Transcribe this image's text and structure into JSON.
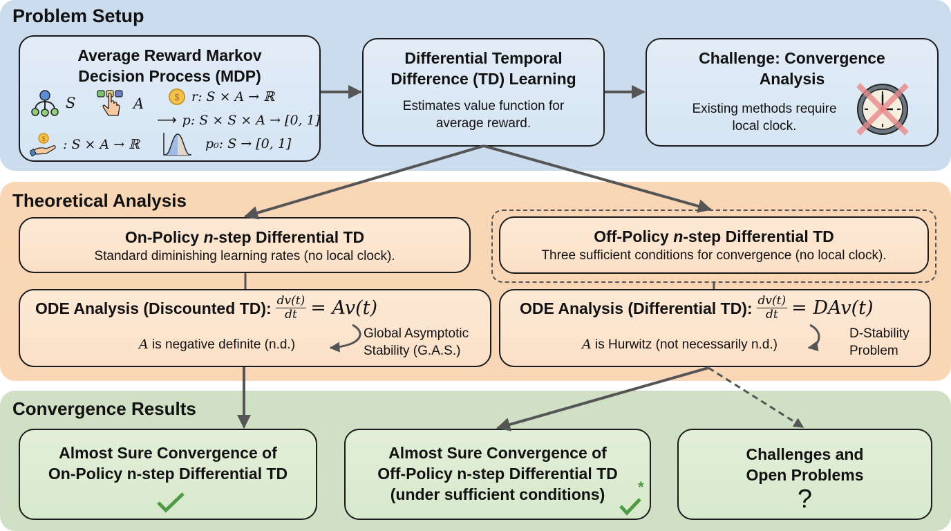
{
  "sections": {
    "setup": {
      "title": "Problem Setup",
      "mdp": {
        "title_line1": "Average Reward Markov",
        "title_line2": "Decision Process (MDP)",
        "items": {
          "states": {
            "icon": "state-tree-icon",
            "label": "S"
          },
          "actions": {
            "icon": "action-buttons-icon",
            "label": "A"
          },
          "reward": {
            "icon": "coin-icon",
            "label": "r: S × A → ℝ"
          },
          "transition": {
            "icon": "arrow-icon",
            "label": "p: S × S × A → [0, 1]"
          },
          "reward_fn": {
            "icon": "hand-coin-icon",
            "label": ": S × A → ℝ"
          },
          "initial": {
            "icon": "distribution-curve-icon",
            "label": "p₀: S → [0, 1]"
          }
        }
      },
      "td": {
        "title_line1": "Differential Temporal",
        "title_line2": "Difference (TD) Learning",
        "desc_line1": "Estimates value function for",
        "desc_line2": "average reward."
      },
      "challenge": {
        "title_line1": "Challenge: Convergence",
        "title_line2": "Analysis",
        "desc_line1": "Existing methods require",
        "desc_line2": "local clock.",
        "icon": "crossed-clock-icon"
      }
    },
    "theory": {
      "title": "Theoretical Analysis",
      "on_policy": {
        "title_pre": "On-Policy ",
        "title_n": "n",
        "title_post": "-step Differential TD",
        "desc": "Standard diminishing learning rates (no local clock)."
      },
      "off_policy": {
        "title_pre": "Off-Policy ",
        "title_n": "n",
        "title_post": "-step Differential TD",
        "desc": "Three sufficient conditions for convergence (no local clock)."
      },
      "ode_discounted": {
        "label": "ODE Analysis (Discounted TD):",
        "frac_num": "dv(t)",
        "frac_den": "dt",
        "rhs": "= Av(t)",
        "cond_var": "A",
        "cond_text": " is negative definite (n.d.)",
        "result_line1": "Global Asymptotic",
        "result_line2": "Stability (G.A.S.)"
      },
      "ode_differential": {
        "label": "ODE Analysis (Differential TD):",
        "frac_num": "dv(t)",
        "frac_den": "dt",
        "rhs": "= DAv(t)",
        "cond_var": "A",
        "cond_text": " is Hurwitz (not necessarily n.d.)",
        "result_line1": "D-Stability",
        "result_line2": "Problem"
      }
    },
    "results": {
      "title": "Convergence Results",
      "on_policy": {
        "line1": "Almost Sure Convergence of",
        "line2": "On-Policy n-step Differential TD",
        "icon": "checkmark-icon"
      },
      "off_policy": {
        "line1": "Almost Sure Convergence of",
        "line2": "Off-Policy n-step Differential TD",
        "line3": "(under sufficient conditions)",
        "icon": "checkmark-asterisk-icon",
        "asterisk": "*"
      },
      "open": {
        "line1": "Challenges and",
        "line2": "Open Problems",
        "symbol": "?"
      }
    }
  },
  "colors": {
    "setup_bg": "#cbdcee",
    "theory_bg": "#f8d6b6",
    "results_bg": "#cfe0c4",
    "arrow": "#555555",
    "check": "#4f9a46",
    "cross": "#e88a8a"
  }
}
